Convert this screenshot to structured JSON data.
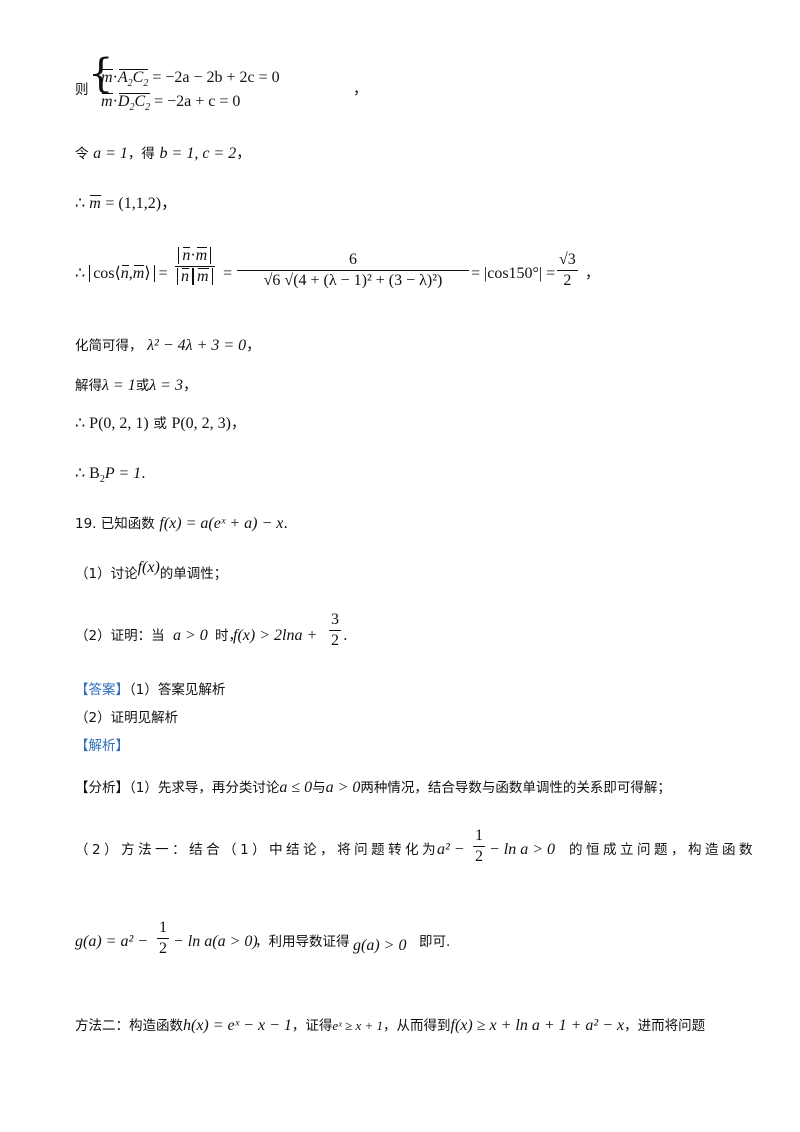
{
  "lines": {
    "l1_prefix": "则",
    "l1_eq1_lhs": "m",
    "l1_eq1_rhs": "= −2a − 2b + 2c = 0",
    "l1_eq2_rhs": "= −2a + c = 0",
    "l1_tail": "，",
    "l2_a": "令",
    "l2_b": "a = 1",
    "l2_c": "，得",
    "l2_d": "b = 1, c = 2",
    "l2_e": "，",
    "l3": "= (1,1,2)，",
    "l4_cos": "cos",
    "l4_num": "6",
    "l4_den": "√6 √(4 + (λ − 1)² + (3 − λ)²)",
    "l4_mid": "= |cos150°| =",
    "l4_rnum": "√3",
    "l4_rden": "2",
    "l4_tail": "，",
    "l5_a": "化简可得，",
    "l5_b": "λ² − 4λ + 3 = 0",
    "l5_c": "，",
    "l6_a": "解得",
    "l6_b": "λ = 1",
    "l6_c": "或",
    "l6_d": "λ = 3",
    "l6_e": "，",
    "l7_a": "∴ P(0, 2, 1)",
    "l7_b": "或",
    "l7_c": "P(0, 2, 3)",
    "l7_d": "，",
    "l8_a": "∴ B",
    "l8_b": "P = 1",
    "l8_c": ".",
    "q19_a": "19. 已知函数",
    "q19_b": "f(x) = a(eˣ + a) − x",
    "q19_c": ".",
    "q19_1a": "（1）讨论",
    "q19_1b": "f(x)",
    "q19_1c": "的单调性；",
    "q19_2a": "（2）证明：当",
    "q19_2b": "a > 0",
    "q19_2c": "时，",
    "q19_2d": "f(x) > 2lna +",
    "q19_2num": "3",
    "q19_2den": "2",
    "q19_2e": ".",
    "ans_tag": "【答案】",
    "ans_1": "（1）答案见解析",
    "ans_2": "（2）证明见解析",
    "jx_tag": "【解析】",
    "fx_a": "【分析】（1）先求导，再分类讨论",
    "fx_b": "a ≤ 0",
    "fx_c": "与",
    "fx_d": "a > 0",
    "fx_e": "两种情况，结合导数与函数单调性的关系即可得解；",
    "m1_a": "（2）方法一：结合（1）中结论，将问题转化为",
    "m1_b": "a² −",
    "m1_num": "1",
    "m1_den": "2",
    "m1_c": "− ln a > 0",
    "m1_d": "的恒成立问题，构造函数",
    "g_a": "g(a) = a² −",
    "g_num": "1",
    "g_den": "2",
    "g_b": "− ln a(a > 0)",
    "g_c": "，利用导数证得",
    "g_d": "g(a) > 0",
    "g_e": "即可.",
    "m2_a": "方法二：构造函数",
    "m2_b": "h(x) = eˣ − x − 1",
    "m2_c": "，证得",
    "m2_d": "eˣ ≥ x + 1",
    "m2_e": "，从而得到",
    "m2_f": "f(x) ≥ x + ln a + 1 + a² − x",
    "m2_g": "，进而将问题"
  }
}
